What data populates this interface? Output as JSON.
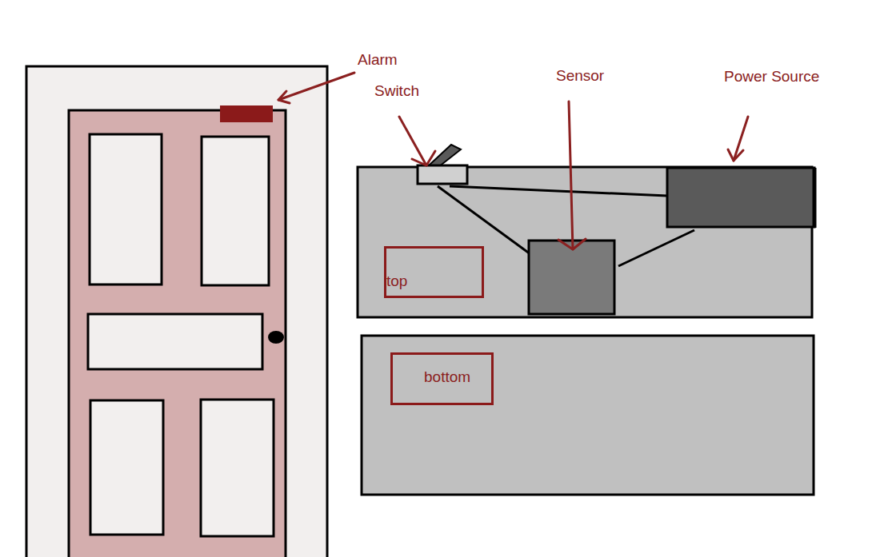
{
  "diagram": {
    "nodes": [
      {
        "text": [
          "top"
        ]
      },
      {
        "text": [
          "bottom"
        ]
      }
    ],
    "labels": [
      "Alarm",
      "Switch",
      "Sensor",
      "Power Source"
    ]
  }
}
